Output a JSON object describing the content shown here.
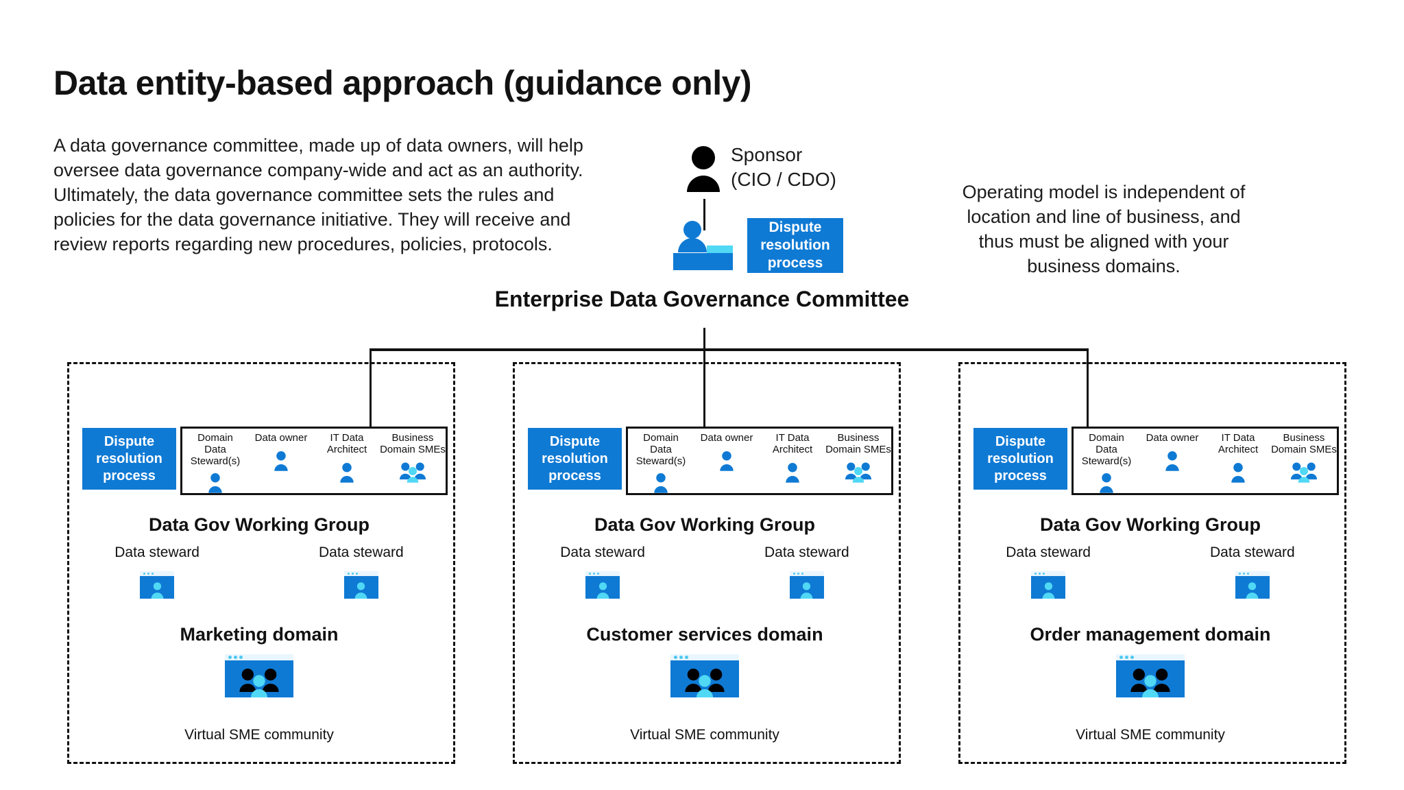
{
  "title": "Data entity-based approach (guidance only)",
  "intro": "A data governance committee, made up of data owners, will help oversee data governance company-wide and act as an authority. Ultimately, the data governance committee sets the rules and policies for the data governance initiative. They will receive and review reports regarding new procedures, policies, protocols.",
  "note": "Operating model is independent of location and line of business, and thus must be aligned with your business domains.",
  "colors": {
    "accent_blue": "#0f7ad4",
    "light_cyan": "#50d8f5",
    "dark": "#111111",
    "window_bar": "#eaf6fd"
  },
  "sponsor": {
    "icon": "person-icon",
    "label": "Sponsor\n(CIO / CDO)"
  },
  "committee": {
    "icon": "person-at-desk-icon",
    "dispute_label": "Dispute\nresolution\nprocess",
    "title": "Enterprise Data Governance Committee"
  },
  "roles": [
    {
      "label": "Domain\nData Steward(s)",
      "icon": "person-icon"
    },
    {
      "label": "Data owner",
      "icon": "person-icon"
    },
    {
      "label": "IT Data\nArchitect",
      "icon": "person-icon"
    },
    {
      "label": "Business\nDomain SMEs",
      "icon": "people-group-icon"
    }
  ],
  "panels": [
    {
      "dispute_label": "Dispute\nresolution\nprocess",
      "working_group_title": "Data Gov Working Group",
      "stewards": [
        {
          "label": "Data steward",
          "icon": "window-person-icon"
        },
        {
          "label": "Data steward",
          "icon": "window-person-icon"
        }
      ],
      "domain_title": "Marketing domain",
      "community_icon": "window-people-icon",
      "community_caption": "Virtual SME community"
    },
    {
      "dispute_label": "Dispute\nresolution\nprocess",
      "working_group_title": "Data Gov Working Group",
      "stewards": [
        {
          "label": "Data steward",
          "icon": "window-person-icon"
        },
        {
          "label": "Data steward",
          "icon": "window-person-icon"
        }
      ],
      "domain_title": "Customer services domain",
      "community_icon": "window-people-icon",
      "community_caption": "Virtual SME community"
    },
    {
      "dispute_label": "Dispute\nresolution\nprocess",
      "working_group_title": "Data Gov Working Group",
      "stewards": [
        {
          "label": "Data steward",
          "icon": "window-person-icon"
        },
        {
          "label": "Data steward",
          "icon": "window-person-icon"
        }
      ],
      "domain_title": "Order management domain",
      "community_icon": "window-people-icon",
      "community_caption": "Virtual SME community"
    }
  ]
}
